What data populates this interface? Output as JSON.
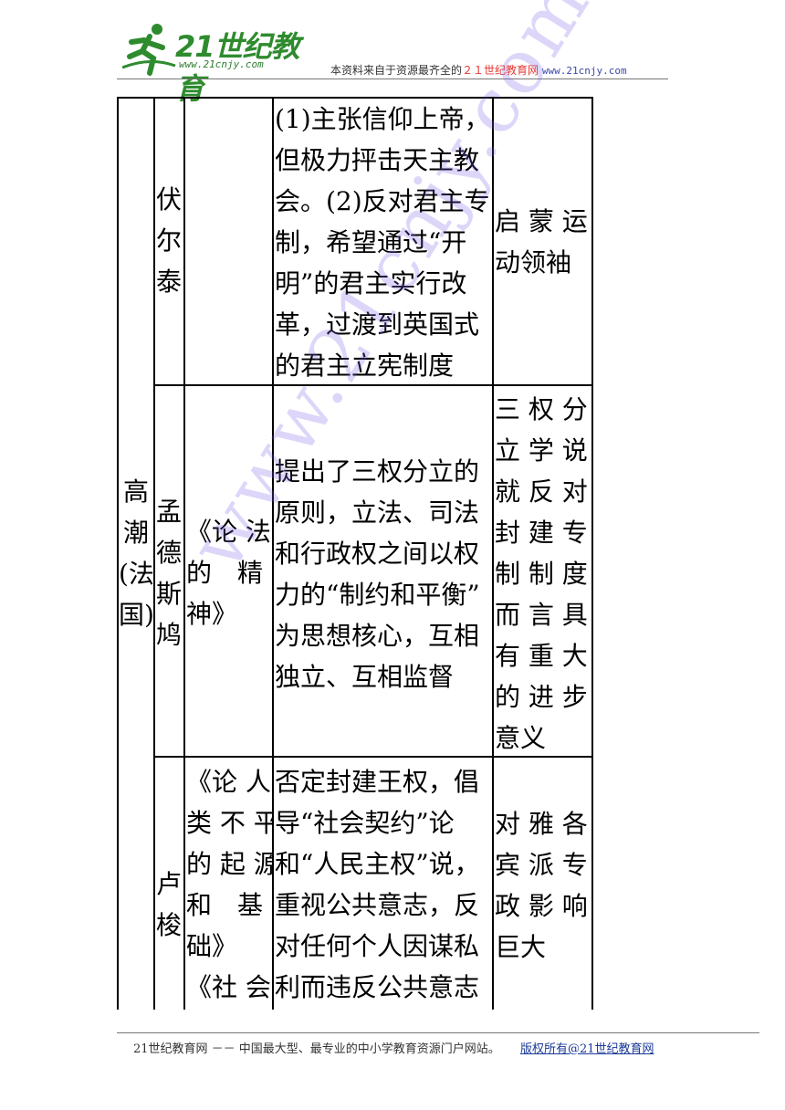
{
  "header": {
    "logo_text": "21世纪教育",
    "logo_url": "www.21cnjy.com",
    "note_prefix": "本资料来自于资源最齐全的",
    "note_brand": "２１世纪教育网",
    "note_url": "www.21cnjy.com"
  },
  "table": {
    "group_label": [
      "高",
      "潮",
      "(法",
      "国)"
    ],
    "rows": [
      {
        "name": [
          "伏",
          "尔",
          "泰"
        ],
        "work": [],
        "idea": [
          "(1)主张信仰上帝，",
          "但极力抨击天主教",
          "会。(2)反对君主专",
          "制，希望通过“开",
          "明”的君主实行改",
          "革，过渡到英国式",
          "的君主立宪制度"
        ],
        "significance": [
          "启 蒙 运",
          "动领袖"
        ]
      },
      {
        "name": [
          "孟",
          "德",
          "斯",
          "鸠"
        ],
        "work": [
          "《论 法",
          "的　精",
          "神》"
        ],
        "idea": [
          "提出了三权分立的",
          "原则，立法、司法",
          "和行政权之间以权",
          "力的“制约和平衡”",
          "为思想核心，互相",
          "独立、互相监督"
        ],
        "significance": [
          "三 权 分",
          "立 学 说",
          "就 反 对",
          "封 建 专",
          "制 制 度",
          "而 言 具",
          "有 重 大",
          "的 进 步",
          "意义"
        ]
      },
      {
        "name": [
          "卢",
          "梭"
        ],
        "work": [
          "《论 人",
          "类 不 平",
          "的 起 源",
          "和　基",
          "础》",
          "《社 会"
        ],
        "idea": [
          "否定封建王权，倡",
          "导“社会契约”论",
          "和“人民主权”说，",
          "重视公共意志，反",
          "对任何个人因谋私",
          "利而违反公共意志"
        ],
        "significance": [
          "对 雅 各",
          "宾 派 专",
          "政 影 响",
          "巨大"
        ]
      }
    ]
  },
  "watermark": "www.21cnjy.com",
  "footer": {
    "left": "21世纪教育网 －－ 中国最大型、最专业的中小学教育资源门户网站。",
    "right": "版权所有@21世纪教育网"
  }
}
